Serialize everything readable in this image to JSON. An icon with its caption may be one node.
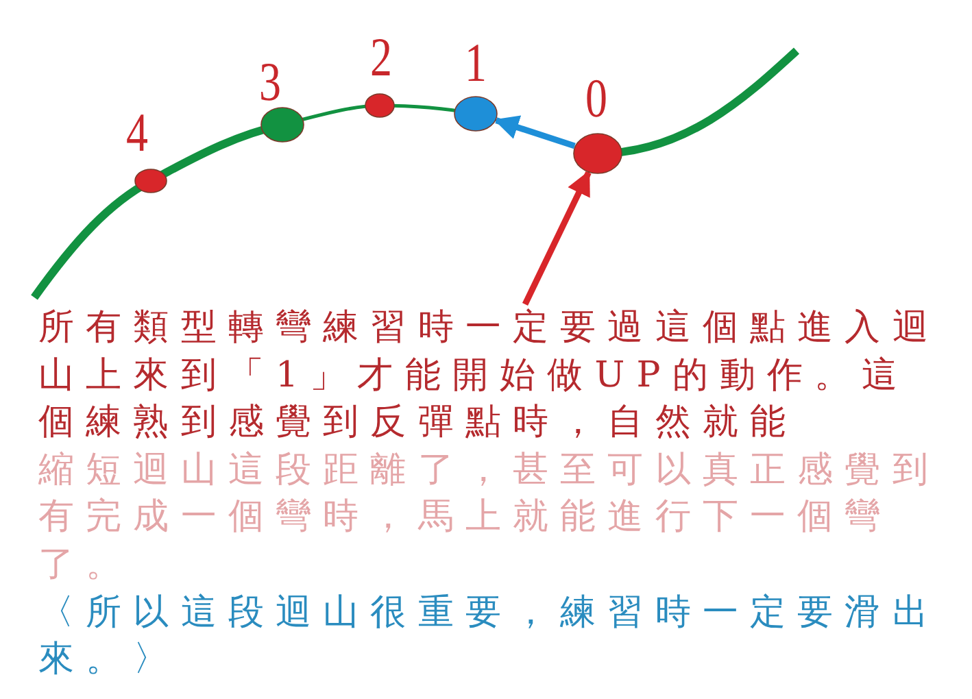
{
  "diagram": {
    "nodes": [
      {
        "text": [
          "4"
        ]
      },
      {
        "text": [
          "3"
        ]
      },
      {
        "text": [
          "2"
        ]
      },
      {
        "text": [
          "1"
        ]
      },
      {
        "text": [
          "0"
        ]
      },
      {
        "text": [
          "所有類型轉彎練習時一定要過這個點進入迴山上來到「1」才能開始做UP的動作。這個練熟到感覺到反彈點時，自然就能",
          "縮短迴山這段距離了，甚至可以真正感覺到有完成一個彎時，馬上就能進行下一個彎了。",
          "〈所以這段迴山很重要，練習時一定要滑出來。〉"
        ]
      }
    ],
    "edges": [
      {
        "from": 4,
        "to": 3,
        "arrow": "to",
        "color": "#1e8fd8"
      },
      {
        "from": 5,
        "to": 4,
        "arrow": "to",
        "color": "#d8262a"
      }
    ]
  }
}
